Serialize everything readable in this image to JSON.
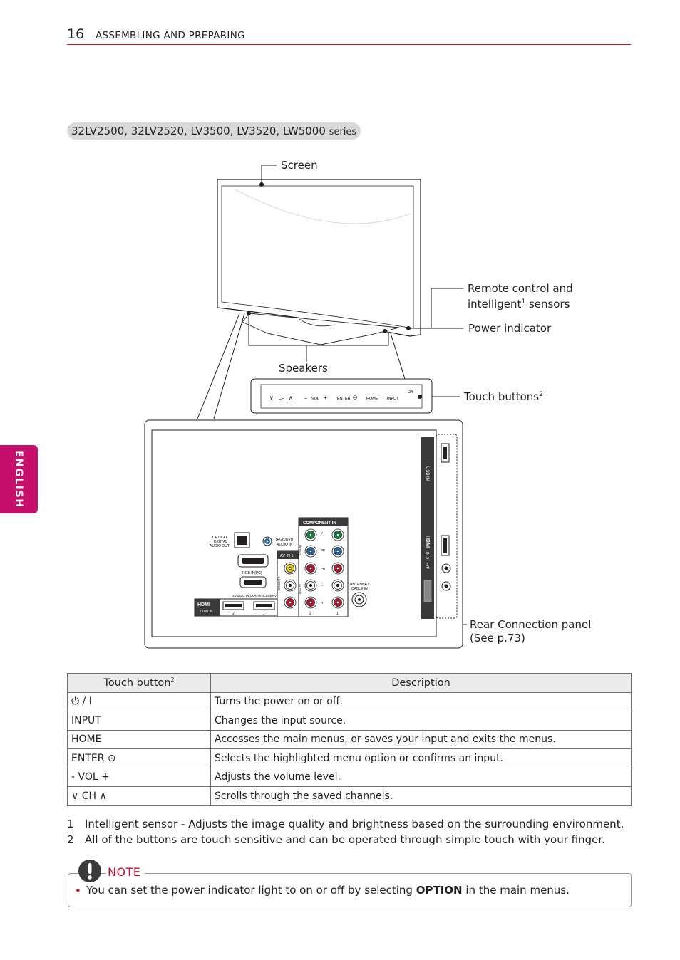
{
  "header": {
    "page_number": "16",
    "section": "ASSEMBLING AND PREPARING"
  },
  "series_title": {
    "main": "32LV2500, 32LV2520, LV3500, LV3520, LW5000",
    "suffix": "series"
  },
  "side_tab": "ENGLISH",
  "callouts": {
    "screen": "Screen",
    "remote_line1": "Remote control and",
    "remote_line2_a": "intelligent",
    "remote_sup": "1",
    "remote_line2_b": " sensors",
    "power_indicator": "Power indicator",
    "speakers": "Speakers",
    "touch_buttons": "Touch buttons",
    "touch_sup": "2",
    "rear_line1": "Rear Connection panel",
    "rear_line2": "(See p.73)"
  },
  "touch_panel": {
    "ch": "CH",
    "vol": "VOL",
    "enter": "ENTER",
    "home": "HOME",
    "input": "INPUT",
    "power": "⏻/I"
  },
  "rear_panel": {
    "usb": "USB IN",
    "hdmi3": "IN 3",
    "hdmi_side": "HDMI",
    "headphone": "H/P",
    "optical": [
      "OPTICAL",
      "DIGITAL",
      "AUDIO OUT"
    ],
    "rgb_audio": [
      "(RGB/DVI)",
      "AUDIO IN"
    ],
    "rgb_pc": "RGB IN(PC)",
    "rs232": "RS-232C IN(CONTROL&SERVICE)",
    "component": "COMPONENT IN",
    "av_in": "AV IN 1",
    "antenna": [
      "ANTENNA /",
      "CABLE IN"
    ],
    "hdmi_dvi": "/ DVI IN",
    "hdmi_num2": "2",
    "hdmi_num1": "1",
    "comp_y": "Y",
    "comp_pb": "PB",
    "comp_pr": "PR",
    "aud_l": "L",
    "aud_r": "R",
    "video": "VIDEO",
    "audio": "AUDIO",
    "mono": "L(MONO)",
    "num2": "2",
    "num1": "1"
  },
  "table": {
    "col1_header": "Touch button",
    "col1_sup": "2",
    "col2_header": "Description",
    "rows": [
      {
        "button": "⏻ / I",
        "description": "Turns the power on or off."
      },
      {
        "button": "INPUT",
        "description": "Changes the input source."
      },
      {
        "button": "HOME",
        "description": "Accesses the main menus, or saves your input and exits the menus."
      },
      {
        "button": "ENTER ⊙",
        "description": "Selects the highlighted menu option or confirms an input."
      },
      {
        "button": "- VOL +",
        "description": "Adjusts the volume level."
      },
      {
        "button": "∨ CH ∧",
        "description": "Scrolls through the saved channels."
      }
    ]
  },
  "footnotes": [
    {
      "num": "1",
      "text": "Intelligent sensor - Adjusts the image quality and brightness based on the surrounding environment."
    },
    {
      "num": "2",
      "text": "All of the buttons are touch sensitive and can be operated through simple touch with your finger."
    }
  ],
  "note": {
    "label": "NOTE",
    "bullet": "•",
    "text_before": "You can set the power indicator light to on or off by selecting ",
    "bold": "OPTION",
    "text_after": " in the main menus."
  },
  "colors": {
    "accent_red": "#c8102e",
    "tab_magenta": "#c50f6b"
  }
}
